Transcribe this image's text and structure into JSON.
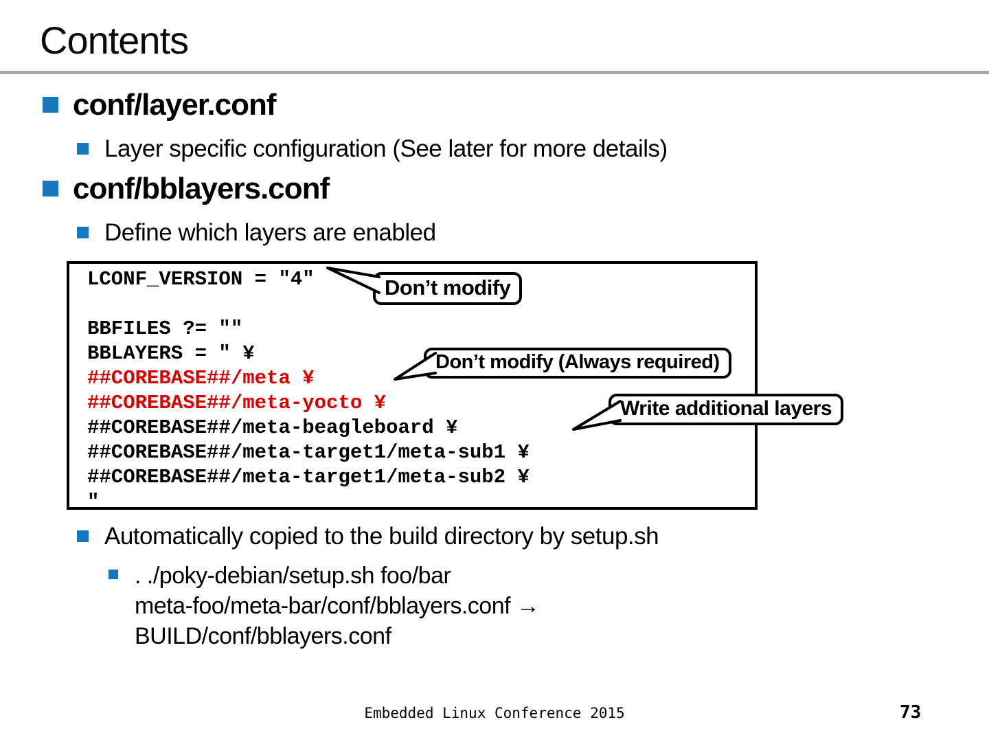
{
  "slide": {
    "title": "Contents",
    "footer": {
      "conference": "Embedded Linux Conference 2015",
      "page_number": "73"
    }
  },
  "colors": {
    "bullet_blue": "#1777bd",
    "code_red": "#dd0000",
    "rule_gray": "#a6a6a6"
  },
  "bullets": {
    "item1": {
      "label": "conf/layer.conf"
    },
    "item1_sub": {
      "label": "Layer specific configuration (See later for more details)"
    },
    "item2": {
      "label": "conf/bblayers.conf"
    },
    "item2_sub": {
      "label": "Define which layers are enabled"
    },
    "item3": {
      "label": "Automatically copied to the build directory by setup.sh"
    },
    "item3_sub": {
      "label": ". ./poky-debian/setup.sh foo/bar\nmeta-foo/meta-bar/conf/bblayers.conf →\nBUILD/conf/bblayers.conf"
    }
  },
  "code_block": {
    "lines": [
      {
        "text": "LCONF_VERSION = \"4\"",
        "color": "black"
      },
      {
        "text": "",
        "color": "black"
      },
      {
        "text": "BBFILES ?= \"\"",
        "color": "black"
      },
      {
        "text": "BBLAYERS = \" ¥",
        "color": "black"
      },
      {
        "text": "##COREBASE##/meta ¥",
        "color": "red"
      },
      {
        "text": "##COREBASE##/meta-yocto ¥",
        "color": "red"
      },
      {
        "text": "##COREBASE##/meta-beagleboard ¥",
        "color": "black"
      },
      {
        "text": "##COREBASE##/meta-target1/meta-sub1 ¥",
        "color": "black"
      },
      {
        "text": "##COREBASE##/meta-target1/meta-sub2 ¥",
        "color": "black"
      },
      {
        "text": "\"",
        "color": "black"
      }
    ]
  },
  "callouts": [
    {
      "label": "Don’t modify"
    },
    {
      "label": "Don’t modify (Always required)"
    },
    {
      "label": "Write additional layers"
    }
  ]
}
